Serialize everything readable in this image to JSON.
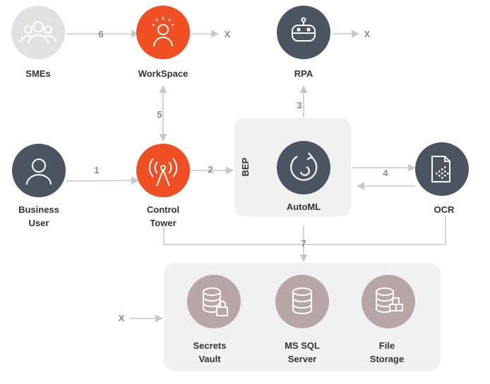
{
  "colors": {
    "orange": "#f04e23",
    "dark": "#4b5561",
    "light_gray": "#e3e1df",
    "mauve": "#b8a6a6",
    "panel": "#f1f1f1",
    "edge": "#c9c9c9",
    "label": "#333333",
    "number": "#8a8a8a"
  },
  "nodes": {
    "smes": {
      "label": "SMEs",
      "icon": "group-icon"
    },
    "workspace": {
      "label": "WorkSpace",
      "icon": "person-idea-icon"
    },
    "rpa": {
      "label": "RPA",
      "icon": "robot-icon"
    },
    "business_user": {
      "label_1": "Business",
      "label_2": "User",
      "icon": "user-icon"
    },
    "control_tower": {
      "label_1": "Control",
      "label_2": "Tower",
      "icon": "antenna-tower-icon"
    },
    "automl": {
      "label": "AutoML",
      "icon": "cycle-icon"
    },
    "bep": {
      "label": "BEP"
    },
    "ocr": {
      "label": "OCR",
      "icon": "document-scan-icon"
    },
    "secrets_vault": {
      "label_1": "Secrets",
      "label_2": "Vault",
      "icon": "database-lock-icon"
    },
    "ms_sql_server": {
      "label_1": "MS SQL",
      "label_2": "Server",
      "icon": "database-icon"
    },
    "file_storage": {
      "label_1": "File",
      "label_2": "Storage",
      "icon": "database-blocks-icon"
    }
  },
  "edges": {
    "e1": "1",
    "e2": "2",
    "e3": "3",
    "e4": "4",
    "e5": "5",
    "e6": "6",
    "e7": "7"
  },
  "blocked": {
    "workspace_x": "X",
    "rpa_x": "X",
    "storage_x": "X"
  }
}
